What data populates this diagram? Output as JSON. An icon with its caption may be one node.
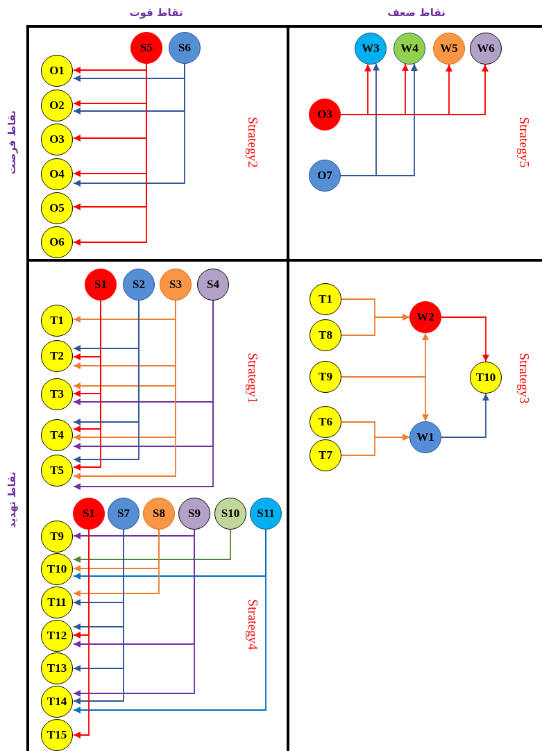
{
  "diagram": {
    "nodes": [
      {
        "text": [
          "S5"
        ]
      },
      {
        "text": [
          "S6"
        ]
      },
      {
        "text": [
          "O1"
        ]
      },
      {
        "text": [
          "O2"
        ]
      },
      {
        "text": [
          "O3"
        ]
      },
      {
        "text": [
          "O4"
        ]
      },
      {
        "text": [
          "O5"
        ]
      },
      {
        "text": [
          "O6"
        ]
      },
      {
        "text": [
          "W3"
        ]
      },
      {
        "text": [
          "W4"
        ]
      },
      {
        "text": [
          "W5"
        ]
      },
      {
        "text": [
          "W6"
        ]
      },
      {
        "text": [
          "O3"
        ]
      },
      {
        "text": [
          "O7"
        ]
      },
      {
        "text": [
          "S1"
        ]
      },
      {
        "text": [
          "S2"
        ]
      },
      {
        "text": [
          "S3"
        ]
      },
      {
        "text": [
          "S4"
        ]
      },
      {
        "text": [
          "T1"
        ]
      },
      {
        "text": [
          "T2"
        ]
      },
      {
        "text": [
          "T3"
        ]
      },
      {
        "text": [
          "T4"
        ]
      },
      {
        "text": [
          "T5"
        ]
      },
      {
        "text": [
          "T1"
        ]
      },
      {
        "text": [
          "W2"
        ]
      },
      {
        "text": [
          "T8"
        ]
      },
      {
        "text": [
          "T9"
        ]
      },
      {
        "text": [
          "T10"
        ]
      },
      {
        "text": [
          "T6"
        ]
      },
      {
        "text": [
          "W1"
        ]
      },
      {
        "text": [
          "T7"
        ]
      },
      {
        "text": [
          "S1"
        ]
      },
      {
        "text": [
          "S7"
        ]
      },
      {
        "text": [
          "S8"
        ]
      },
      {
        "text": [
          "S9"
        ]
      },
      {
        "text": [
          "S10"
        ]
      },
      {
        "text": [
          "S11"
        ]
      },
      {
        "text": [
          "T9"
        ]
      },
      {
        "text": [
          "T10"
        ]
      },
      {
        "text": [
          "T11"
        ]
      },
      {
        "text": [
          "T12"
        ]
      },
      {
        "text": [
          "T13"
        ]
      },
      {
        "text": [
          "T14"
        ]
      },
      {
        "text": [
          "T15"
        ]
      }
    ],
    "edges": [
      {
        "from": 0,
        "to": 2,
        "arrow": "to"
      },
      {
        "from": 1,
        "to": 2,
        "arrow": "to",
        "color": "#2f5597"
      },
      {
        "from": 0,
        "to": 3,
        "arrow": "to"
      },
      {
        "from": 1,
        "to": 3,
        "arrow": "to",
        "color": "#2f5597"
      },
      {
        "from": 0,
        "to": 4,
        "arrow": "to"
      },
      {
        "from": 0,
        "to": 5,
        "arrow": "to"
      },
      {
        "from": 1,
        "to": 5,
        "arrow": "to",
        "color": "#2f5597"
      },
      {
        "from": 0,
        "to": 6,
        "arrow": "to"
      },
      {
        "from": 0,
        "to": 7,
        "arrow": "to"
      },
      {
        "from": 12,
        "to": 8,
        "arrow": "to"
      },
      {
        "from": 13,
        "to": 8,
        "arrow": "to",
        "color": "#2f5597"
      },
      {
        "from": 12,
        "to": 9,
        "arrow": "to"
      },
      {
        "from": 13,
        "to": 9,
        "arrow": "to",
        "color": "#2f5597"
      },
      {
        "from": 12,
        "to": 10,
        "arrow": "to"
      },
      {
        "from": 12,
        "to": 11,
        "arrow": "to"
      },
      {
        "from": 16,
        "to": 18,
        "arrow": "to",
        "color": "#ed7d31"
      },
      {
        "from": 15,
        "to": 19,
        "arrow": "to",
        "color": "#2f5597"
      },
      {
        "from": 14,
        "to": 19,
        "arrow": "to"
      },
      {
        "from": 16,
        "to": 19,
        "arrow": "to",
        "color": "#ed7d31"
      },
      {
        "from": 16,
        "to": 20,
        "arrow": "to",
        "color": "#ed7d31"
      },
      {
        "from": 14,
        "to": 20,
        "arrow": "to"
      },
      {
        "from": 17,
        "to": 20,
        "arrow": "to",
        "color": "#7030a0"
      },
      {
        "from": 15,
        "to": 21,
        "arrow": "to",
        "color": "#2f5597"
      },
      {
        "from": 14,
        "to": 21,
        "arrow": "to"
      },
      {
        "from": 16,
        "to": 21,
        "arrow": "to",
        "color": "#ed7d31"
      },
      {
        "from": 17,
        "to": 21,
        "arrow": "to",
        "color": "#7030a0"
      },
      {
        "from": 15,
        "to": 22,
        "arrow": "to",
        "color": "#2f5597"
      },
      {
        "from": 14,
        "to": 22,
        "arrow": "to"
      },
      {
        "from": 16,
        "to": 22,
        "arrow": "to",
        "color": "#ed7d31"
      },
      {
        "from": 17,
        "to": 22,
        "arrow": "to",
        "color": "#7030a0"
      },
      {
        "from": 23,
        "to": 24,
        "arrow": "to",
        "color": "#ed7d31"
      },
      {
        "from": 25,
        "to": 24,
        "arrow": "to",
        "color": "#ed7d31"
      },
      {
        "from": 26,
        "to": 24,
        "arrow": "to",
        "color": "#ed7d31"
      },
      {
        "from": 26,
        "to": 29,
        "arrow": "to",
        "color": "#ed7d31"
      },
      {
        "from": 24,
        "to": 27,
        "arrow": "to"
      },
      {
        "from": 29,
        "to": 27,
        "arrow": "to",
        "color": "#2f5597"
      },
      {
        "from": 28,
        "to": 29,
        "arrow": "to",
        "color": "#ed7d31"
      },
      {
        "from": 30,
        "to": 29,
        "arrow": "to",
        "color": "#ed7d31"
      },
      {
        "from": 34,
        "to": 37,
        "arrow": "to",
        "color": "#7030a0"
      },
      {
        "from": 35,
        "to": 38,
        "arrow": "to",
        "color": "#548235"
      },
      {
        "from": 33,
        "to": 38,
        "arrow": "to",
        "color": "#ed7d31"
      },
      {
        "from": 36,
        "to": 38,
        "arrow": "to",
        "color": "#0070c0"
      },
      {
        "from": 33,
        "to": 39,
        "arrow": "to",
        "color": "#ed7d31"
      },
      {
        "from": 32,
        "to": 39,
        "arrow": "to",
        "color": "#2f5597"
      },
      {
        "from": 32,
        "to": 40,
        "arrow": "to",
        "color": "#2f5597"
      },
      {
        "from": 31,
        "to": 40,
        "arrow": "to"
      },
      {
        "from": 34,
        "to": 40,
        "arrow": "to",
        "color": "#7030a0"
      },
      {
        "from": 32,
        "to": 41,
        "arrow": "to",
        "color": "#2f5597"
      },
      {
        "from": 34,
        "to": 42,
        "arrow": "to",
        "color": "#7030a0"
      },
      {
        "from": 32,
        "to": 42,
        "arrow": "to",
        "color": "#2f5597"
      },
      {
        "from": 36,
        "to": 42,
        "arrow": "to",
        "color": "#0070c0"
      },
      {
        "from": 31,
        "to": 43,
        "arrow": "to"
      }
    ],
    "labels": [
      "نقاط قوت",
      "نقاط ضعف",
      "نقاط فرصت",
      "Strategy2",
      "Strategy5",
      "نقاط تهدید",
      "Strategy1",
      "Strategy3",
      "Strategy4"
    ]
  }
}
